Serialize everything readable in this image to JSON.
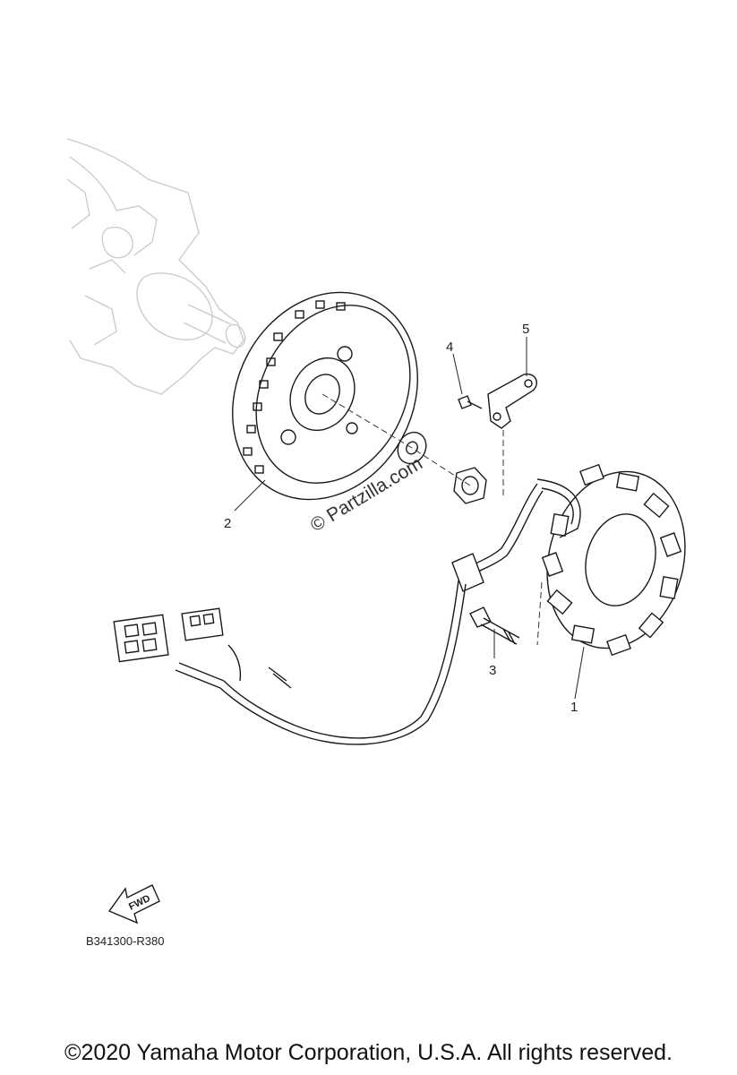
{
  "diagram": {
    "callouts": [
      {
        "id": "1",
        "label": "1"
      },
      {
        "id": "2",
        "label": "2"
      },
      {
        "id": "3",
        "label": "3"
      },
      {
        "id": "4",
        "label": "4"
      },
      {
        "id": "5",
        "label": "5"
      }
    ],
    "watermark": "© Partzilla.com",
    "fwd_label": "FWD",
    "drawing_id": "B341300-R380"
  },
  "footer": {
    "copyright": "©2020 Yamaha Motor Corporation, U.S.A. All rights reserved."
  }
}
